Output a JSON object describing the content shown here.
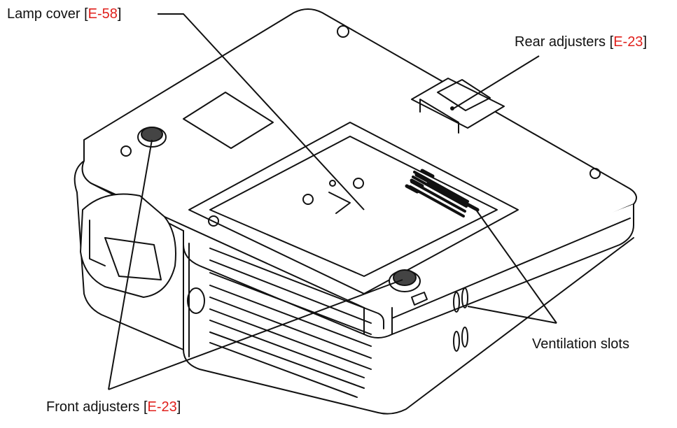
{
  "colors": {
    "line": "#111111",
    "link": "#e0201c",
    "background": "#ffffff"
  },
  "labels": {
    "lamp_cover": {
      "text": "Lamp cover",
      "open": "[",
      "ref": "E-58",
      "close": "]"
    },
    "rear_adjusters": {
      "text": "Rear adjusters",
      "open": "[",
      "ref": "E-23",
      "close": "]"
    },
    "ventilation_slots": {
      "text": "Ventilation slots"
    },
    "front_adjusters": {
      "text": "Front adjusters",
      "open": "[",
      "ref": "E-23",
      "close": "]"
    }
  }
}
